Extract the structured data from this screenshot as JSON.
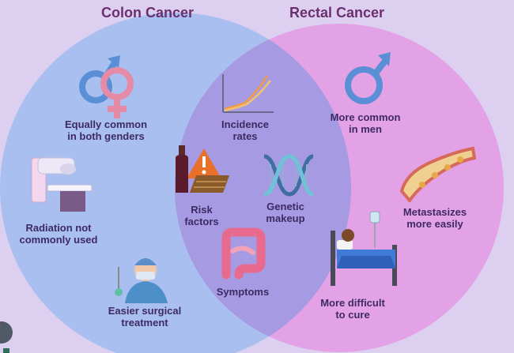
{
  "titles": {
    "left": "Colon Cancer",
    "right": "Rectal Cancer"
  },
  "labels": {
    "genders": [
      "Equally common",
      "in both genders"
    ],
    "radiation": [
      "Radiation not",
      "commonly used"
    ],
    "surgery": [
      "Easier surgical",
      "treatment"
    ],
    "incidence": [
      "Incidence",
      "rates"
    ],
    "risk": [
      "Risk",
      "factors"
    ],
    "genetic": [
      "Genetic",
      "makeup"
    ],
    "symptoms": [
      "Symptoms"
    ],
    "men": [
      "More common",
      "in men"
    ],
    "metastasizes": [
      "Metastasizes",
      "more easily"
    ],
    "cure": [
      "More difficult",
      "to cure"
    ]
  },
  "colors": {
    "background": "#dccff0",
    "left_circle": "#a9bff0",
    "right_circle": "#e3a2e6",
    "overlap": "#a69ae3",
    "title": "#6b2f6f",
    "text": "#3e2a63",
    "male_symbol": "#5a8fd6",
    "female_symbol": "#e58aa7"
  },
  "icons": {
    "genders": "gender-symbols-icon",
    "radiation": "radiation-machine-icon",
    "surgery": "surgeon-icon",
    "incidence": "line-chart-icon",
    "risk": "wine-and-warning-icon",
    "genetic": "dna-helix-icon",
    "symptoms": "intestine-icon",
    "men": "male-symbol-icon",
    "metastasizes": "blood-vessel-icon",
    "cure": "hospital-bed-icon"
  }
}
